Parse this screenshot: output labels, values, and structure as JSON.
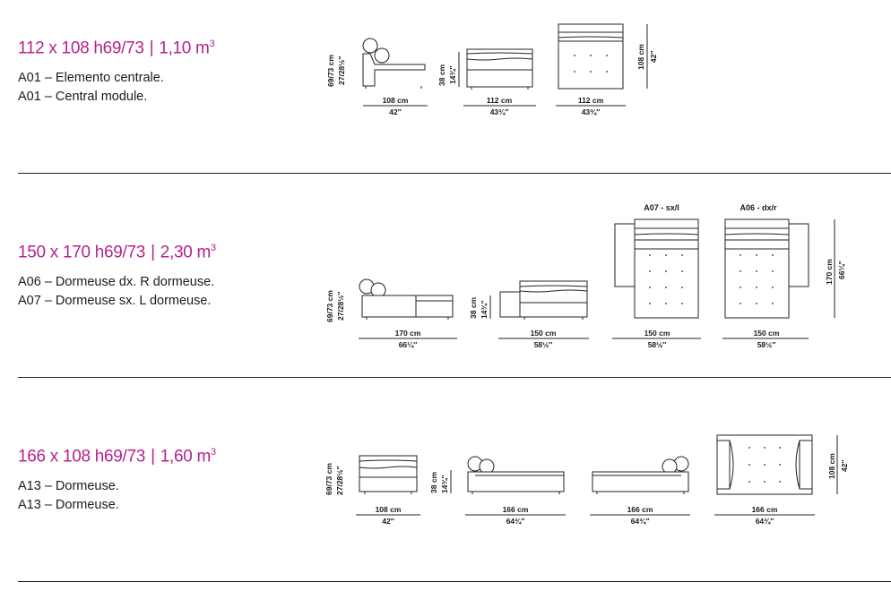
{
  "accent_color": "#b5238c",
  "sections": [
    {
      "title_dims": "112 x 108 h69/73",
      "title_volume": "1,10 m",
      "title_volume_sup": "3",
      "lines": [
        "A01 – Elemento centrale.",
        "A01 – Central module."
      ],
      "labels": {
        "h_cm": "69/73 cm",
        "h_in": "27/28½″",
        "seat_cm": "38 cm",
        "seat_in": "14¾″",
        "w1_cm": "108 cm",
        "w1_in": "42″",
        "w2_cm": "112 cm",
        "w2_in": "43¾″",
        "w3_cm": "112 cm",
        "w3_in": "43¾″",
        "d_cm": "108 cm",
        "d_in": "42″"
      }
    },
    {
      "title_dims": "150 x 170 h69/73",
      "title_volume": "2,30 m",
      "title_volume_sup": "3",
      "lines": [
        "A06 – Dormeuse dx. R dormeuse.",
        "A07 – Dormeuse sx. L dormeuse."
      ],
      "labels": {
        "h_cm": "69/73 cm",
        "h_in": "27/28½″",
        "seat_cm": "38 cm",
        "seat_in": "14¾″",
        "w1_cm": "170 cm",
        "w1_in": "66¼″",
        "w2_cm": "150 cm",
        "w2_in": "58½″",
        "w3_cm": "150 cm",
        "w3_in": "58½″",
        "w4_cm": "150 cm",
        "w4_in": "58½″",
        "d_cm": "170 cm",
        "d_in": "66¼″",
        "variant_left": "A07 - sx/l",
        "variant_right": "A06 - dx/r"
      }
    },
    {
      "title_dims": "166 x 108 h69/73",
      "title_volume": "1,60 m",
      "title_volume_sup": "3",
      "lines": [
        "A13 – Dormeuse.",
        "A13 – Dormeuse."
      ],
      "labels": {
        "h_cm": "69/73 cm",
        "h_in": "27/28½″",
        "seat_cm": "38 cm",
        "seat_in": "14¾″",
        "w1_cm": "108 cm",
        "w1_in": "42″",
        "w2_cm": "166 cm",
        "w2_in": "64¾″",
        "w3_cm": "166 cm",
        "w3_in": "64¾″",
        "w4_cm": "166 cm",
        "w4_in": "64¾″",
        "d_cm": "108 cm",
        "d_in": "42″"
      }
    }
  ]
}
